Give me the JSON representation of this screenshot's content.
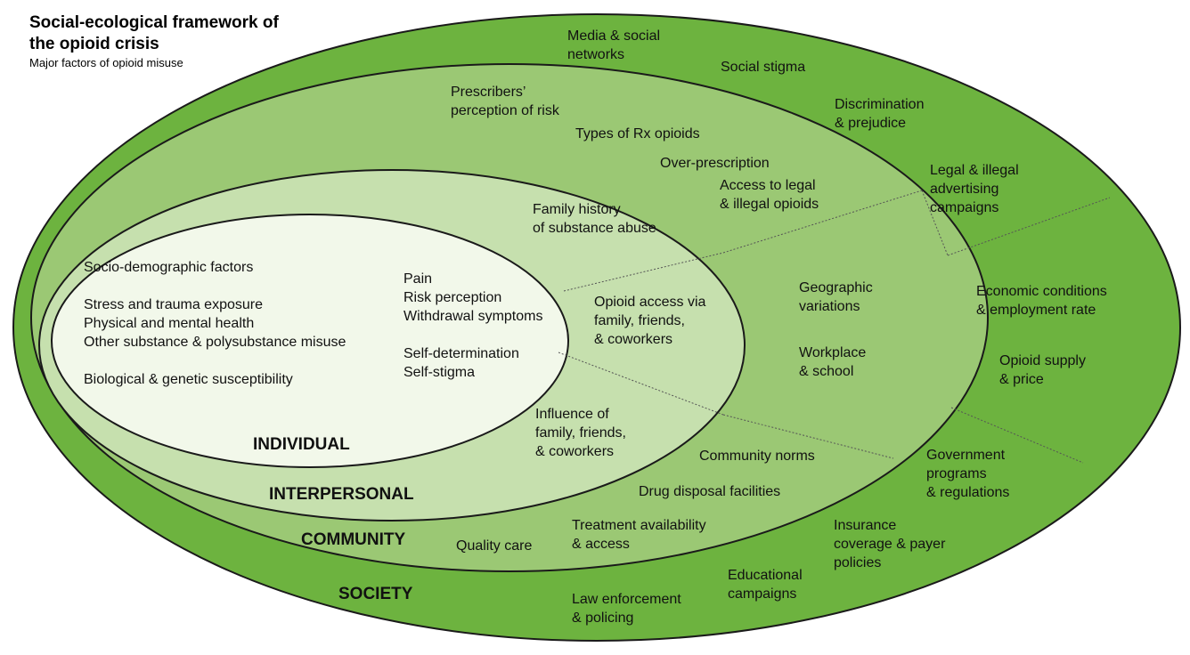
{
  "header": {
    "title": "Social-ecological framework of\nthe opioid crisis",
    "subtitle": "Major factors of opioid misuse"
  },
  "colors": {
    "society": "#6db33f",
    "community": "#9bc874",
    "interpersonal": "#c6e0ae",
    "individual": "#f2f8ea",
    "outline": "#1a1a1a",
    "divider": "#555555"
  },
  "levels": {
    "individual": "INDIVIDUAL",
    "interpersonal": "INTERPERSONAL",
    "community": "COMMUNITY",
    "society": "SOCIETY"
  },
  "individual": {
    "socio_demographic": "Socio-demographic factors",
    "stress_health": "Stress and trauma exposure\nPhysical and mental health\nOther substance & polysubstance misuse",
    "biological": "Biological & genetic susceptibility",
    "pain_group": "Pain\nRisk perception\nWithdrawal symptoms",
    "self_group": "Self-determination\nSelf-stigma"
  },
  "interpersonal": {
    "family_history": "Family history\nof substance abuse",
    "opioid_access": "Opioid access via\nfamily, friends,\n& coworkers",
    "influence": "Influence of\nfamily, friends,\n& coworkers"
  },
  "community": {
    "prescribers": "Prescribers’\nperception of risk",
    "rx_types": "Types of Rx opioids",
    "over_prescription": "Over-prescription",
    "access_legal": "Access to legal\n& illegal opioids",
    "geographic": "Geographic\nvariations",
    "workplace": "Workplace\n& school",
    "community_norms": "Community norms",
    "drug_disposal": "Drug disposal facilities",
    "treatment": "Treatment availability\n& access",
    "quality_care": "Quality care"
  },
  "society": {
    "media": "Media & social\nnetworks",
    "stigma": "Social stigma",
    "discrimination": "Discrimination\n& prejudice",
    "advertising": "Legal & illegal\nadvertising\ncampaigns",
    "economic": "Economic conditions\n& employment rate",
    "supply": "Opioid supply\n& price",
    "government": "Government\nprograms\n& regulations",
    "insurance": "Insurance\ncoverage & payer\npolicies",
    "educational": "Educational\ncampaigns",
    "law": "Law enforcement\n& policing"
  }
}
